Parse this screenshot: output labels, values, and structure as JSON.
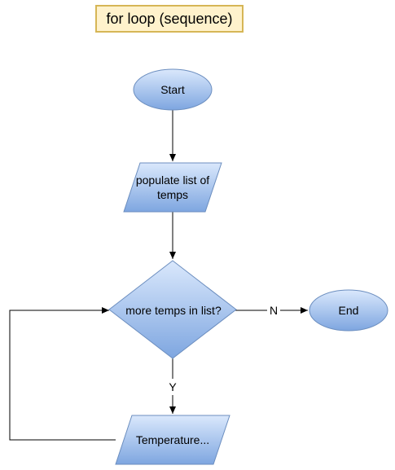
{
  "title": "for loop (sequence)",
  "nodes": {
    "start": "Start",
    "populate": "populate list of temps",
    "decision": "more temps in list?",
    "end": "End",
    "temperature": "Temperature..."
  },
  "edges": {
    "no": "N",
    "yes": "Y"
  },
  "colors": {
    "fill_top": "#dae8fc",
    "fill_bottom": "#7ea6e0",
    "stroke": "#6c8ebf",
    "title_fill": "#fff2cc",
    "title_stroke": "#d6b656"
  }
}
